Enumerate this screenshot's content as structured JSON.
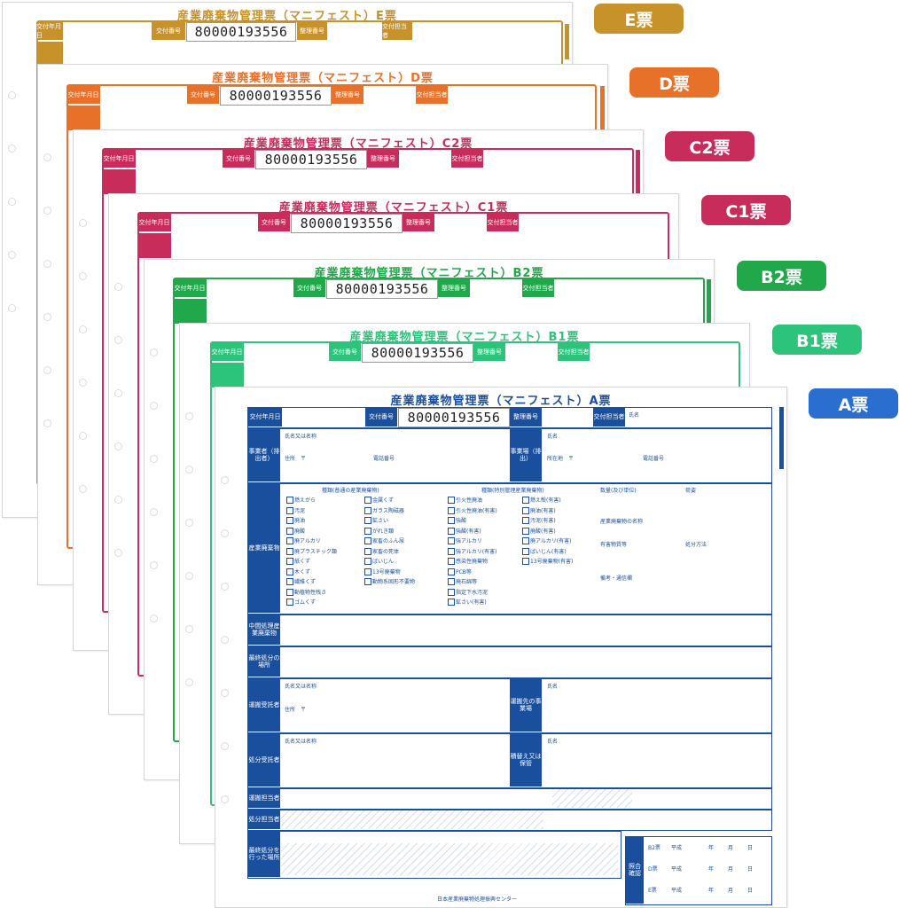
{
  "manifest_number": "80000193556",
  "sheets": [
    {
      "id": "E",
      "title": "産業廃棄物管理票（マニフェスト）E票",
      "badge": "E票",
      "color": "#c8922a"
    },
    {
      "id": "D",
      "title": "産業廃棄物管理票（マニフェスト）D票",
      "badge": "D票",
      "color": "#e8712a"
    },
    {
      "id": "C2",
      "title": "産業廃棄物管理票（マニフェスト）C2票",
      "badge": "C2票",
      "color": "#c72c5a"
    },
    {
      "id": "C1",
      "title": "産業廃棄物管理票（マニフェスト）C1票",
      "badge": "C1票",
      "color": "#c72c5a"
    },
    {
      "id": "B2",
      "title": "産業廃棄物管理票（マニフェスト）B2票",
      "badge": "B2票",
      "color": "#20a84a"
    },
    {
      "id": "B1",
      "title": "産業廃棄物管理票（マニフェスト）B1票",
      "badge": "B1票",
      "color": "#2cc37a"
    },
    {
      "id": "A",
      "title": "産業廃棄物管理票（マニフェスト）A票",
      "badge": "A票",
      "color": "#2a6fd0"
    }
  ],
  "labels": {
    "issue_date": "交付年月日",
    "issue_number": "交付番号",
    "ref_number": "整理番号",
    "issuer": "交付担当者",
    "name": "氏名",
    "company_name": "氏名又は名称",
    "address": "住所　〒",
    "location": "所在地　〒",
    "phone": "電話番号",
    "business_unit": "事業者（排出者）",
    "site": "事業場（排出）",
    "waste": "産業廃棄物",
    "ordinary": "種類(普通の産業廃棄物)",
    "special": "種類(特別管理産業廃棄物)",
    "quantity": "数量(及び単位)",
    "shape": "荷姿",
    "waste_name": "産業廃棄物の名称",
    "disposal_method": "処分方法",
    "harmful": "有害物質等",
    "remarks": "備考・通信欄",
    "intermediate": "中間処理産業廃棄物",
    "final_disposal": "最終処分の場所",
    "transport": "運搬受託者",
    "transport_dest": "運搬先の事業場",
    "disposal": "処分受託者",
    "transfer": "積替え又は保管",
    "transport_done": "運搬担当者",
    "disposal_done": "処分担当者",
    "final_done": "最終処分を行った場所",
    "check": "照合確認",
    "footer": "日本産業廃棄物処理振興センター"
  },
  "waste_items": [
    "燃えがら",
    "汚泥",
    "廃油",
    "廃酸",
    "廃アルカリ",
    "廃プラスチック類",
    "紙くず",
    "木くず",
    "繊維くず",
    "動植物性残さ",
    "ゴムくず",
    "金属くず",
    "ガラス陶磁器",
    "鉱さい",
    "がれき類",
    "家畜のふん尿",
    "家畜の死体",
    "ばいじん",
    "13号廃棄物",
    "動物系固形不要物"
  ],
  "special_items": [
    "引火性廃油",
    "引火性廃油(有害)",
    "強酸",
    "強酸(有害)",
    "強アルカリ",
    "強アルカリ(有害)",
    "感染性廃棄物",
    "PCB等",
    "廃石綿等",
    "指定下水汚泥",
    "鉱さい(有害)",
    "燃え殻(有害)",
    "廃油(有害)",
    "汚泥(有害)",
    "廃酸(有害)",
    "廃アルカリ(有害)",
    "ばいじん(有害)",
    "13号廃棄物(有害)"
  ],
  "check_rows": [
    "B2票",
    "D票",
    "E票"
  ],
  "date_words": {
    "era": "平成",
    "year": "年",
    "month": "月",
    "day": "日"
  }
}
